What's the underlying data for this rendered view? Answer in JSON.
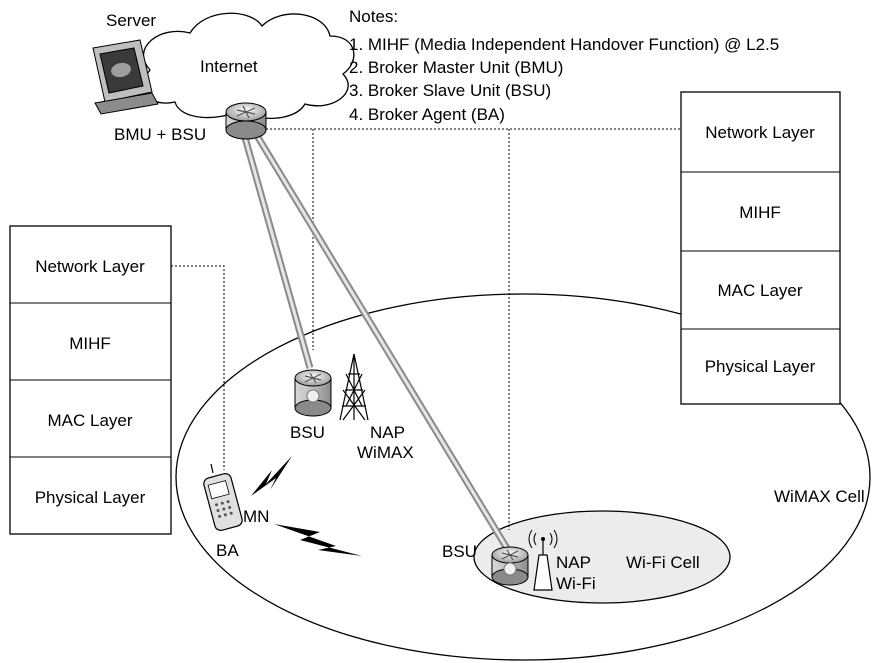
{
  "notes": {
    "title": "Notes:",
    "items": [
      "1. MIHF (Media Independent Handover Function) @ L2.5",
      "2. Broker Master Unit (BMU)",
      "3. Broker Slave Unit (BSU)",
      "4. Broker Agent (BA)"
    ]
  },
  "labels": {
    "server": "Server",
    "internet": "Internet",
    "bmu_bsu": "BMU + BSU",
    "bsu_wimax": "BSU",
    "nap_wimax_1": "NAP",
    "nap_wimax_2": "WiMAX",
    "mn": "MN",
    "ba": "BA",
    "bsu_wifi": "BSU",
    "nap_wifi_1": "NAP",
    "nap_wifi_2": "Wi-Fi",
    "wifi_cell": "Wi-Fi Cell",
    "wimax_cell": "WiMAX Cell"
  },
  "left_stack": [
    "Network Layer",
    "MIHF",
    "MAC Layer",
    "Physical Layer"
  ],
  "right_stack": [
    "Network Layer",
    "MIHF",
    "MAC Layer",
    "Physical Layer"
  ]
}
